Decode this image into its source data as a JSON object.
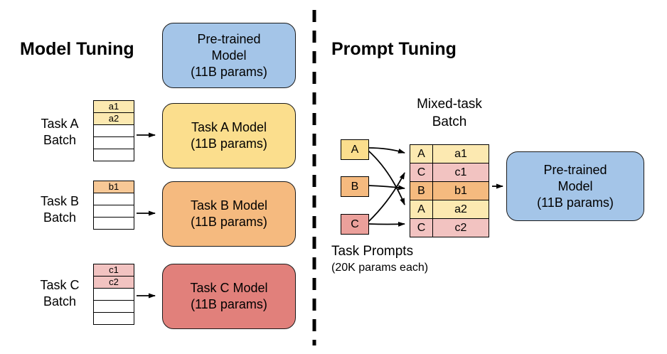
{
  "colors": {
    "blue": "#A4C5E8",
    "yellow": "#FBDE8D",
    "yellow_light": "#FCE9B1",
    "orange": "#F5BA7F",
    "orange_light": "#F7C896",
    "red": "#E1807B",
    "pink_light": "#F2C3C1",
    "pink_mid": "#EBA09B",
    "border": "#1A1A1A"
  },
  "model_tuning": {
    "heading": "Model Tuning",
    "pretrained_model": {
      "line1": "Pre-trained",
      "line2": "Model",
      "line3": "(11B params)"
    },
    "task_a": {
      "label_line1": "Task A",
      "label_line2": "Batch",
      "rows": [
        "a1",
        "a2",
        "",
        "",
        ""
      ],
      "model_line1": "Task A Model",
      "model_line2": "(11B params)"
    },
    "task_b": {
      "label_line1": "Task B",
      "label_line2": "Batch",
      "rows": [
        "b1",
        "",
        "",
        ""
      ],
      "model_line1": "Task B Model",
      "model_line2": "(11B params)"
    },
    "task_c": {
      "label_line1": "Task C",
      "label_line2": "Batch",
      "rows": [
        "c1",
        "c2",
        "",
        "",
        ""
      ],
      "model_line1": "Task C Model",
      "model_line2": "(11B params)"
    }
  },
  "prompt_tuning": {
    "heading": "Prompt Tuning",
    "mixed_batch_line1": "Mixed-task",
    "mixed_batch_line2": "Batch",
    "prompts": [
      {
        "label": "A"
      },
      {
        "label": "B"
      },
      {
        "label": "C"
      }
    ],
    "batch_table": [
      {
        "prompt": "A",
        "item": "a1"
      },
      {
        "prompt": "C",
        "item": "c1"
      },
      {
        "prompt": "B",
        "item": "b1"
      },
      {
        "prompt": "A",
        "item": "a2"
      },
      {
        "prompt": "C",
        "item": "c2"
      }
    ],
    "pretrained_model": {
      "line1": "Pre-trained",
      "line2": "Model",
      "line3": "(11B params)"
    },
    "caption_line1": "Task Prompts",
    "caption_line2": "(20K params each)"
  }
}
